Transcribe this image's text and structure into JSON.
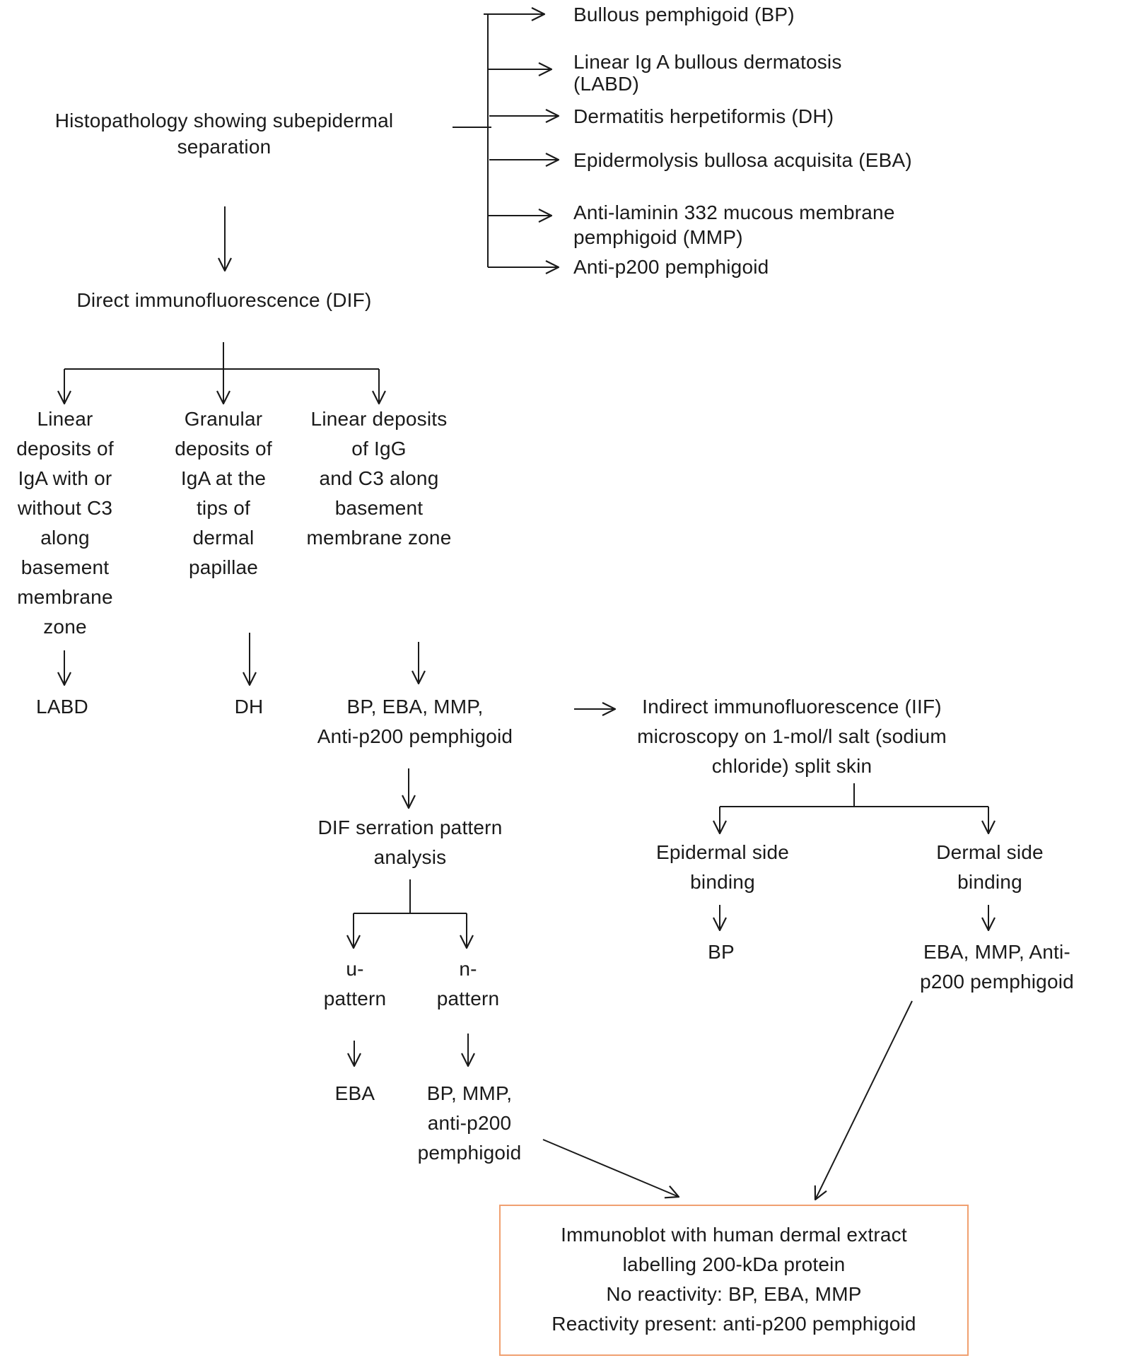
{
  "diagram": {
    "root": "Histopathology showing  subepidermal\nseparation",
    "differentials": [
      "Bullous pemphigoid  (BP)",
      "Linear Ig A bullous dermatosis\n(LABD)",
      "Dermatitis herpetiformis (DH)",
      "Epidermolysis bullosa acquisita (EBA)",
      "Anti-laminin 332 mucous membrane\npemphigoid  (MMP)",
      "Anti-p200 pemphigoid"
    ],
    "dif": "Direct immunofluorescence (DIF)",
    "dif_results": {
      "linear_iga": "Linear\ndeposits of\nIgA with or\nwithout C3\nalong\nbasement\nmembrane\nzone",
      "granular_iga": "Granular\ndeposits of\nIgA at the\ntips of\ndermal\npapillae",
      "linear_igg": "Linear deposits\nof IgG\nand C3 along\nbasement\nmembrane zone"
    },
    "labd": "LABD",
    "dh": "DH",
    "group": "BP, EBA, MMP,\nAnti-p200 pemphigoid",
    "iif": "Indirect immunofluorescence (IIF)\nmicroscopy on 1-mol/l salt (sodium\nchloride) split skin",
    "serration": "DIF serration pattern\nanalysis",
    "u_pattern": "u-\npattern",
    "n_pattern": "n-\npattern",
    "eba": "EBA",
    "n_result": "BP, MMP,\nanti-p200\npemphigoid",
    "epidermal": "Epidermal side\nbinding",
    "dermal": "Dermal side\nbinding",
    "epidermal_result": "BP",
    "dermal_result": "EBA, MMP, Anti-\np200 pemphigoid",
    "immunoblot": "Immunoblot with human dermal extract\nlabelling 200-kDa protein\nNo reactivity: BP, EBA, MMP\nReactivity present: anti-p200 pemphigoid"
  },
  "colors": {
    "line": "#1a1a1a",
    "box_border": "#f0a070"
  }
}
